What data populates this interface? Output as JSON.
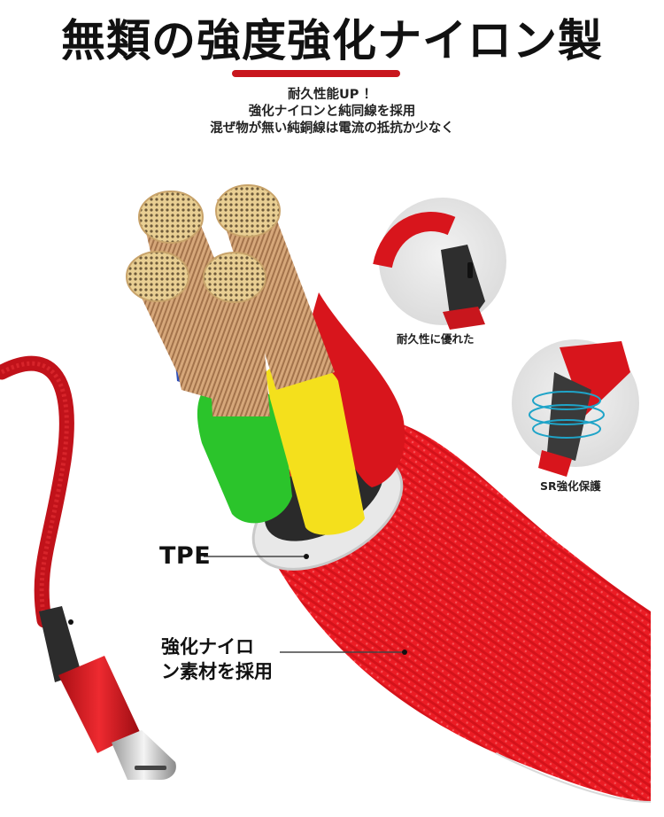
{
  "header": {
    "title": "無類の強度強化ナイロン製",
    "accent_color": "#c8161d"
  },
  "subtitle": {
    "lines": [
      "耐久性能UP ！",
      "強化ナイロンと純同線を採用",
      "混ぜ物が無い純銅線は電流の抵抗か少なく"
    ]
  },
  "features": [
    {
      "label": "耐久性に優れた",
      "icon": "cable-joint-closeup"
    },
    {
      "label": "SR強化保護",
      "icon": "strain-relief-closeup"
    }
  ],
  "callouts": {
    "tpe": "TPE",
    "nylon_line1": "強化ナイロ",
    "nylon_line2": "ン素材を採用"
  },
  "product": {
    "cable_color": "#e0121b",
    "wire_colors": [
      "#1e9e1e",
      "#f2e21a",
      "#d8151c",
      "#2e4fb8"
    ],
    "connector": "USB Type-C"
  }
}
